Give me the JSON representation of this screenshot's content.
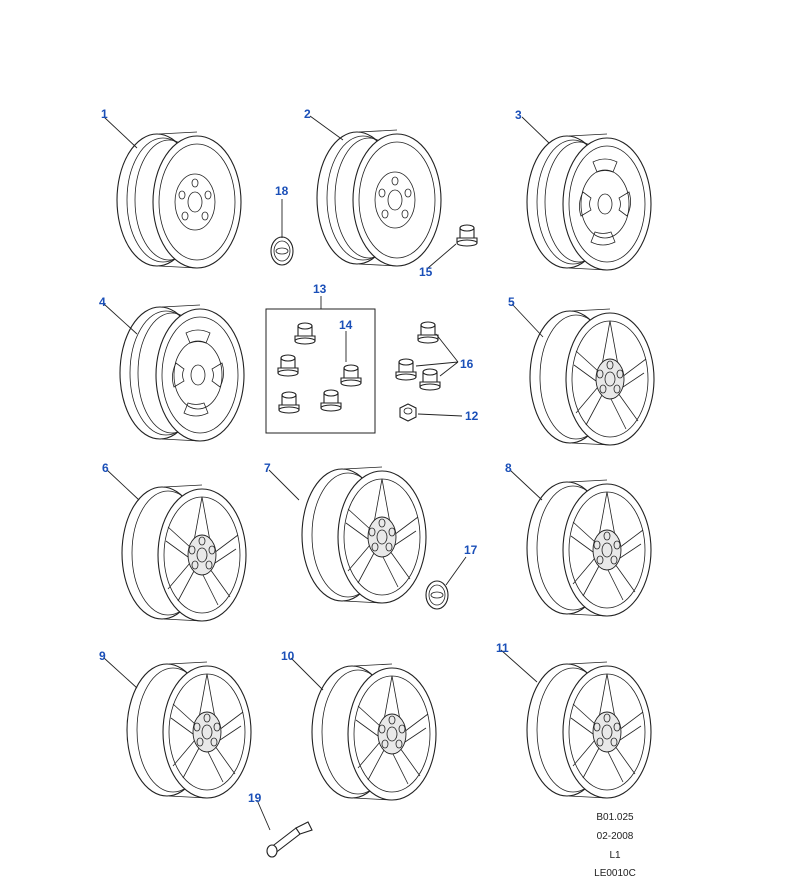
{
  "callouts": [
    "1",
    "2",
    "3",
    "4",
    "5",
    "6",
    "7",
    "8",
    "9",
    "10",
    "11",
    "12",
    "13",
    "14",
    "15",
    "16",
    "17",
    "18",
    "19"
  ],
  "reference": {
    "code": "B01.025",
    "date": "02-2008",
    "level": "L1",
    "drawing": "LE0010C"
  },
  "colors": {
    "callout": "#1a4fb8",
    "line": "#222222"
  }
}
